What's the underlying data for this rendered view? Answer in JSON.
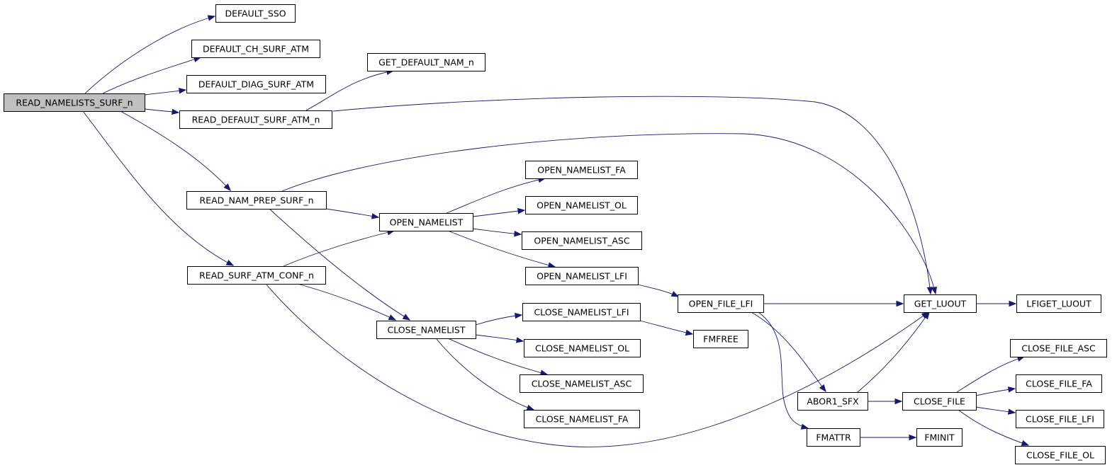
{
  "graph": {
    "title": "",
    "nodes": [
      {
        "id": "read_namelists",
        "label": "READ_NAMELISTS_SURF_n",
        "root": true
      },
      {
        "id": "default_sso",
        "label": "DEFAULT_SSO"
      },
      {
        "id": "default_ch",
        "label": "DEFAULT_CH_SURF_ATM"
      },
      {
        "id": "default_diag",
        "label": "DEFAULT_DIAG_SURF_ATM"
      },
      {
        "id": "get_default_nam",
        "label": "GET_DEFAULT_NAM_n"
      },
      {
        "id": "read_default",
        "label": "READ_DEFAULT_SURF_ATM_n"
      },
      {
        "id": "read_nam_prep",
        "label": "READ_NAM_PREP_SURF_n"
      },
      {
        "id": "read_surf_atm_conf",
        "label": "READ_SURF_ATM_CONF_n"
      },
      {
        "id": "open_namelist",
        "label": "OPEN_NAMELIST"
      },
      {
        "id": "open_namelist_fa",
        "label": "OPEN_NAMELIST_FA"
      },
      {
        "id": "open_namelist_ol",
        "label": "OPEN_NAMELIST_OL"
      },
      {
        "id": "open_namelist_asc",
        "label": "OPEN_NAMELIST_ASC"
      },
      {
        "id": "open_namelist_lfi",
        "label": "OPEN_NAMELIST_LFI"
      },
      {
        "id": "open_file_lfi",
        "label": "OPEN_FILE_LFI"
      },
      {
        "id": "close_namelist",
        "label": "CLOSE_NAMELIST"
      },
      {
        "id": "close_namelist_lfi",
        "label": "CLOSE_NAMELIST_LFI"
      },
      {
        "id": "close_namelist_ol",
        "label": "CLOSE_NAMELIST_OL"
      },
      {
        "id": "close_namelist_asc",
        "label": "CLOSE_NAMELIST_ASC"
      },
      {
        "id": "close_namelist_fa",
        "label": "CLOSE_NAMELIST_FA"
      },
      {
        "id": "fmfree",
        "label": "FMFREE"
      },
      {
        "id": "get_luout",
        "label": "GET_LUOUT"
      },
      {
        "id": "lfiget_luout",
        "label": "LFIGET_LUOUT"
      },
      {
        "id": "abor1_sfx",
        "label": "ABOR1_SFX"
      },
      {
        "id": "close_file",
        "label": "CLOSE_FILE"
      },
      {
        "id": "close_file_asc",
        "label": "CLOSE_FILE_ASC"
      },
      {
        "id": "close_file_fa",
        "label": "CLOSE_FILE_FA"
      },
      {
        "id": "close_file_lfi",
        "label": "CLOSE_FILE_LFI"
      },
      {
        "id": "close_file_ol",
        "label": "CLOSE_FILE_OL"
      },
      {
        "id": "fmattr",
        "label": "FMATTR"
      },
      {
        "id": "fminit",
        "label": "FMINIT"
      }
    ],
    "edges": [
      [
        "read_namelists",
        "default_sso"
      ],
      [
        "read_namelists",
        "default_ch"
      ],
      [
        "read_namelists",
        "default_diag"
      ],
      [
        "read_namelists",
        "read_default"
      ],
      [
        "read_namelists",
        "read_nam_prep"
      ],
      [
        "read_namelists",
        "read_surf_atm_conf"
      ],
      [
        "read_default",
        "get_default_nam"
      ],
      [
        "read_default",
        "get_luout"
      ],
      [
        "read_nam_prep",
        "get_luout"
      ],
      [
        "read_nam_prep",
        "open_namelist"
      ],
      [
        "read_nam_prep",
        "close_namelist"
      ],
      [
        "read_surf_atm_conf",
        "open_namelist"
      ],
      [
        "read_surf_atm_conf",
        "close_namelist"
      ],
      [
        "read_surf_atm_conf",
        "get_luout"
      ],
      [
        "open_namelist",
        "open_namelist_fa"
      ],
      [
        "open_namelist",
        "open_namelist_ol"
      ],
      [
        "open_namelist",
        "open_namelist_asc"
      ],
      [
        "open_namelist",
        "open_namelist_lfi"
      ],
      [
        "open_namelist_lfi",
        "open_file_lfi"
      ],
      [
        "open_file_lfi",
        "get_luout"
      ],
      [
        "open_file_lfi",
        "abor1_sfx"
      ],
      [
        "open_file_lfi",
        "fmattr"
      ],
      [
        "close_namelist",
        "close_namelist_lfi"
      ],
      [
        "close_namelist",
        "close_namelist_ol"
      ],
      [
        "close_namelist",
        "close_namelist_asc"
      ],
      [
        "close_namelist",
        "close_namelist_fa"
      ],
      [
        "close_namelist_lfi",
        "fmfree"
      ],
      [
        "get_luout",
        "lfiget_luout"
      ],
      [
        "abor1_sfx",
        "get_luout"
      ],
      [
        "abor1_sfx",
        "close_file"
      ],
      [
        "close_file",
        "close_file_asc"
      ],
      [
        "close_file",
        "close_file_fa"
      ],
      [
        "close_file",
        "close_file_lfi"
      ],
      [
        "close_file",
        "close_file_ol"
      ],
      [
        "fmattr",
        "fminit"
      ]
    ]
  },
  "colors": {
    "edge": "#191970",
    "root_fill": "#bfbfbf",
    "node_fill": "#ffffff",
    "node_border": "#000000"
  }
}
